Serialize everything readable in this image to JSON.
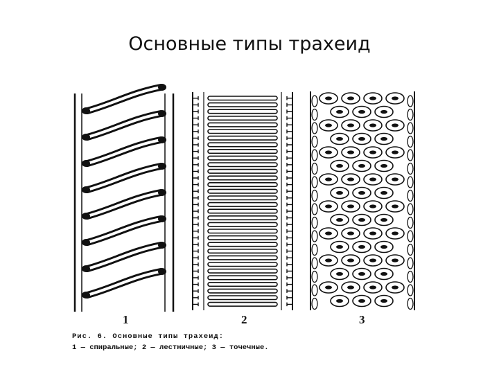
{
  "slide": {
    "title": "Основные типы трахеид"
  },
  "figure": {
    "panels": [
      {
        "number": "1",
        "type": "spiral"
      },
      {
        "number": "2",
        "type": "scalariform"
      },
      {
        "number": "3",
        "type": "pitted"
      }
    ],
    "caption_line1": "Рис. 6. Основные типы трахеид:",
    "caption_line2": "1 — спиральные; 2 — лестничные; 3 — точечные."
  },
  "colors": {
    "ink": "#111111",
    "background": "#ffffff"
  }
}
